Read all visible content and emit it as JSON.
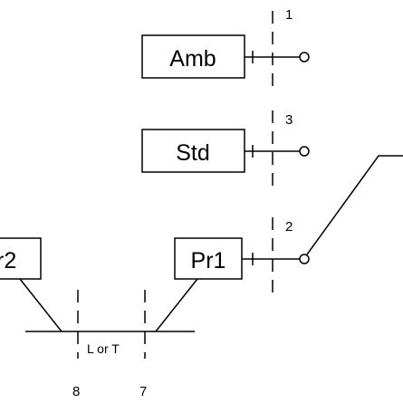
{
  "boxes": {
    "amb": "Amb",
    "std": "Std",
    "pr1": "Pr1",
    "pr2": "r2"
  },
  "channels": {
    "amb": "1",
    "std": "3",
    "pr1": "2",
    "right_junction": "7",
    "left_junction": "8"
  },
  "sensing_label": "L or T"
}
